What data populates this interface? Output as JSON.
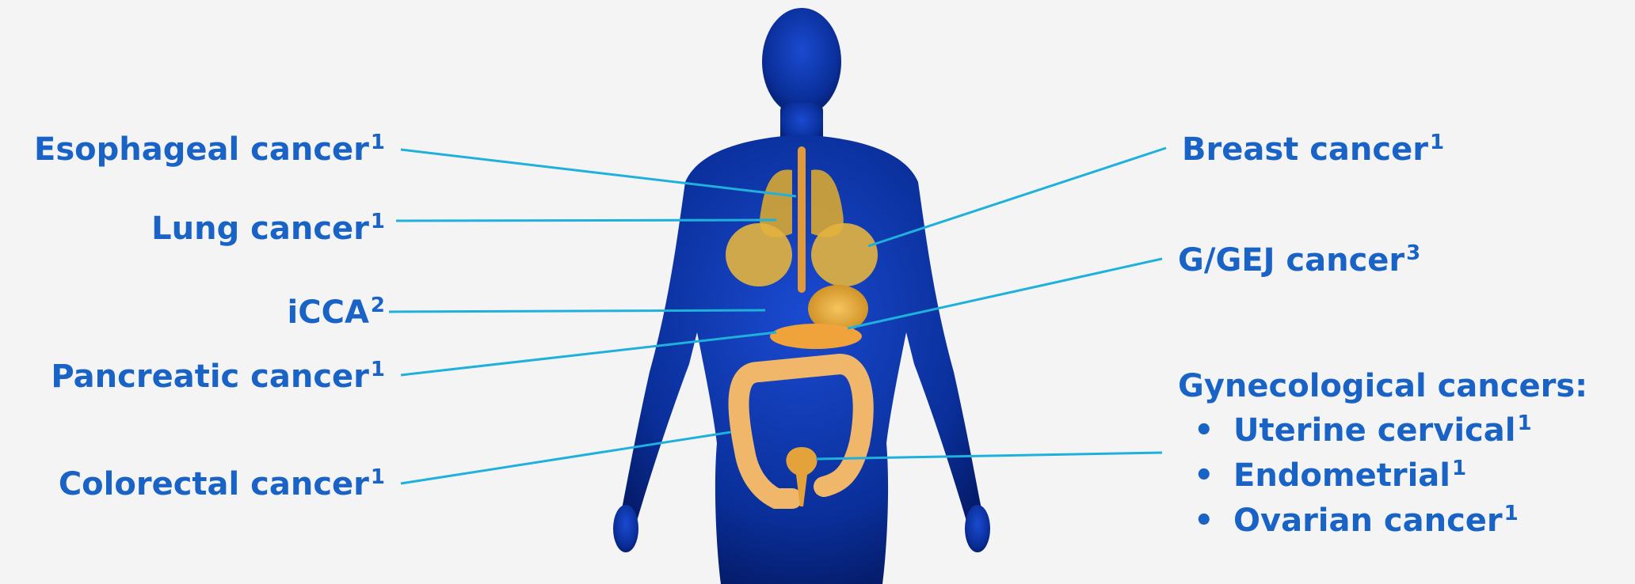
{
  "labels": {
    "esophageal": {
      "text": "Esophageal cancer",
      "sup": "1"
    },
    "lung": {
      "text": "Lung cancer",
      "sup": "1"
    },
    "icca": {
      "text": "iCCA",
      "sup": "2"
    },
    "pancreatic": {
      "text": "Pancreatic cancer",
      "sup": "1"
    },
    "colorectal": {
      "text": "Colorectal cancer",
      "sup": "1"
    },
    "breast": {
      "text": "Breast cancer",
      "sup": "1"
    },
    "ggej": {
      "text": "G/GEJ cancer",
      "sup": "3"
    }
  },
  "gynecological": {
    "title": "Gynecological cancers:",
    "items": [
      {
        "text": "Uterine cervical",
        "sup": "1"
      },
      {
        "text": "Endometrial",
        "sup": "1"
      },
      {
        "text": "Ovarian cancer",
        "sup": "1"
      }
    ]
  },
  "colors": {
    "background": "#f4f4f4",
    "label_text": "#1a63c6",
    "leader_line": "#1fb0dc",
    "body_silhouette": "#0a2f9a",
    "organ_fill": "#e7a93a"
  }
}
